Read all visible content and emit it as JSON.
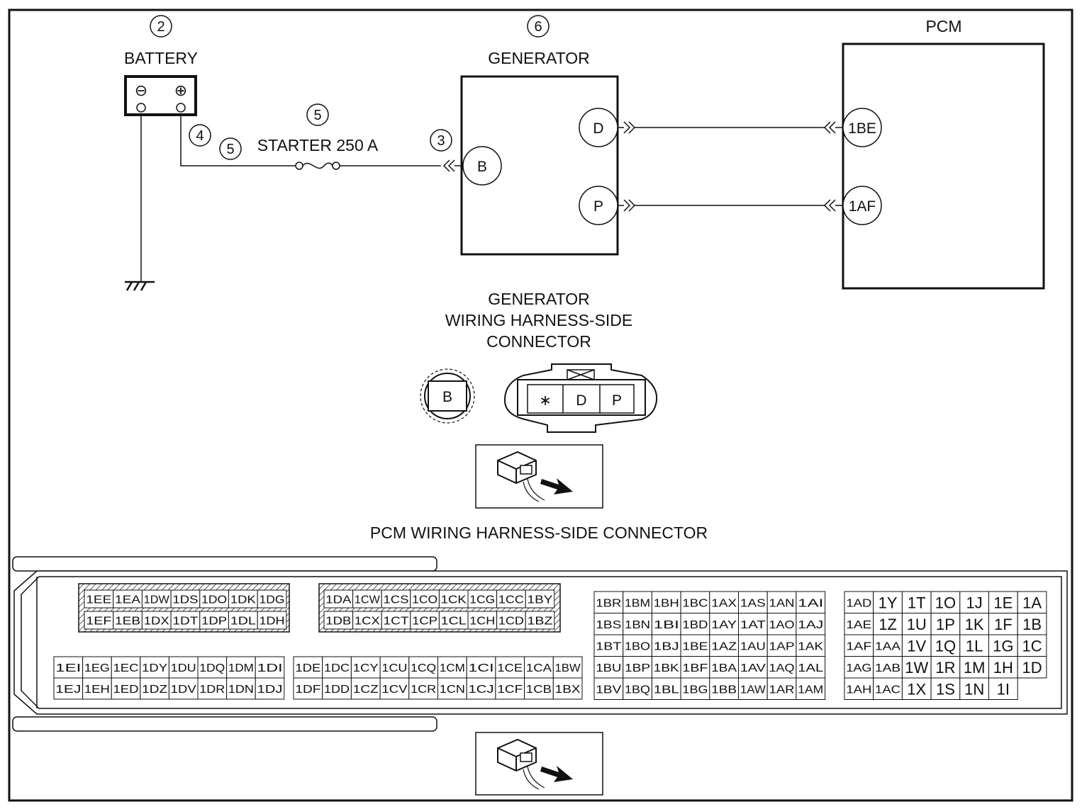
{
  "callouts": {
    "battery": "2",
    "generator": "6",
    "fuse_label": "5",
    "wire_battery": "4",
    "wire_starter": "5",
    "wire_generator": "3"
  },
  "components": {
    "battery": "BATTERY",
    "generator": "GENERATOR",
    "pcm": "PCM",
    "fuse": "STARTER 250 A"
  },
  "battery_terminals": {
    "negative": "⊖",
    "positive": "⊕"
  },
  "generator_terminals": {
    "b": "B",
    "d": "D",
    "p": "P"
  },
  "pcm_terminals": {
    "d_line": "1BE",
    "p_line": "1AF"
  },
  "generator_connector": {
    "title_line1": "GENERATOR",
    "title_line2": "WIRING HARNESS-SIDE",
    "title_line3": "CONNECTOR",
    "b_terminal": "B",
    "pins": [
      "∗",
      "D",
      "P"
    ]
  },
  "pcm_connector": {
    "title": "PCM WIRING HARNESS-SIDE CONNECTOR",
    "block1_top": [
      "1EE",
      "1EA",
      "1DW",
      "1DS",
      "1DO",
      "1DK",
      "1DG"
    ],
    "block1_bot": [
      "1EF",
      "1EB",
      "1DX",
      "1DT",
      "1DP",
      "1DL",
      "1DH"
    ],
    "block2_top": [
      "1DA",
      "1CW",
      "1CS",
      "1CO",
      "1CK",
      "1CG",
      "1CC",
      "1BY"
    ],
    "block2_bot": [
      "1DB",
      "1CX",
      "1CT",
      "1CP",
      "1CL",
      "1CH",
      "1CD",
      "1BZ"
    ],
    "block3_top": [
      "1EI",
      "1EG",
      "1EC",
      "1DY",
      "1DU",
      "1DQ",
      "1DM",
      "1DI"
    ],
    "block3_bot": [
      "1EJ",
      "1EH",
      "1ED",
      "1DZ",
      "1DV",
      "1DR",
      "1DN",
      "1DJ"
    ],
    "block4_top": [
      "1DE",
      "1DC",
      "1CY",
      "1CU",
      "1CQ",
      "1CM",
      "1CI",
      "1CE",
      "1CA",
      "1BW"
    ],
    "block4_bot": [
      "1DF",
      "1DD",
      "1CZ",
      "1CV",
      "1CR",
      "1CN",
      "1CJ",
      "1CF",
      "1CB",
      "1BX"
    ],
    "block5": [
      [
        "1BR",
        "1BM",
        "1BH",
        "1BC",
        "1AX",
        "1AS",
        "1AN",
        "1AI"
      ],
      [
        "1BS",
        "1BN",
        "1BI",
        "1BD",
        "1AY",
        "1AT",
        "1AO",
        "1AJ"
      ],
      [
        "1BT",
        "1BO",
        "1BJ",
        "1BE",
        "1AZ",
        "1AU",
        "1AP",
        "1AK"
      ],
      [
        "1BU",
        "1BP",
        "1BK",
        "1BF",
        "1BA",
        "1AV",
        "1AQ",
        "1AL"
      ],
      [
        "1BV",
        "1BQ",
        "1BL",
        "1BG",
        "1BB",
        "1AW",
        "1AR",
        "1AM"
      ]
    ],
    "block6": [
      [
        "1AD",
        "1Y",
        "1T",
        "1O",
        "1J",
        "1E",
        "1A"
      ],
      [
        "1AE",
        "1Z",
        "1U",
        "1P",
        "1K",
        "1F",
        "1B"
      ],
      [
        "1AF",
        "1AA",
        "1V",
        "1Q",
        "1L",
        "1G",
        "1C"
      ],
      [
        "1AG",
        "1AB",
        "1W",
        "1R",
        "1M",
        "1H",
        "1D"
      ],
      [
        "1AH",
        "1AC",
        "1X",
        "1S",
        "1N",
        "1I"
      ]
    ]
  }
}
